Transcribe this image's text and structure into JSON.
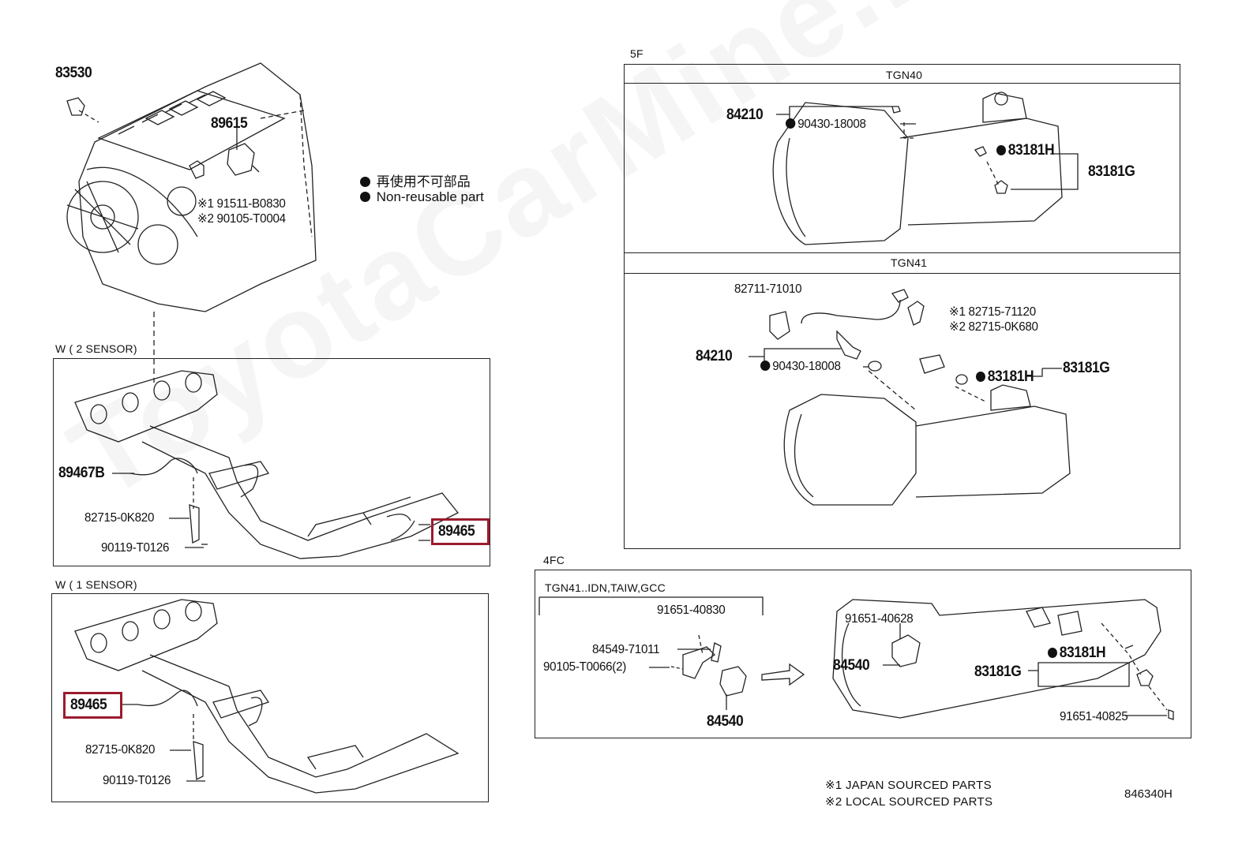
{
  "watermark": "ToyotaCarMine.ru",
  "legend": {
    "jp": "再使用不可部品",
    "en": "Non-reusable part"
  },
  "engine": {
    "p83530": "83530",
    "p89615": "89615",
    "p191511": "※1 91511-B0830",
    "p290105": "※2 90105-T0004"
  },
  "w2": {
    "title": "W ( 2 SENSOR)",
    "p89467B": "89467B",
    "p82715": "82715-0K820",
    "p90119": "90119-T0126",
    "p89465": "89465"
  },
  "w1": {
    "title": "W ( 1 SENSOR)",
    "p89465": "89465",
    "p82715": "82715-0K820",
    "p90119": "90119-T0126"
  },
  "fivef": {
    "title": "5F",
    "tgn40": {
      "title": "TGN40",
      "p84210": "84210",
      "p90430": "90430-18008",
      "p83181H": "83181H",
      "p83181G": "83181G"
    },
    "tgn41": {
      "title": "TGN41",
      "p82711": "82711-71010",
      "note1": "※1 82715-71120",
      "note2": "※2 82715-0K680",
      "p84210": "84210",
      "p90430": "90430-18008",
      "p83181H": "83181H",
      "p83181G": "83181G"
    }
  },
  "fourfc": {
    "title": "4FC",
    "sub": "TGN41..IDN,TAIW,GCC",
    "p91651a": "91651-40830",
    "p84549": "84549-71011",
    "p90105": "90105-T0066(2)",
    "p84540a": "84540",
    "p91651b": "91651-40628",
    "p84540b": "84540",
    "p83181G": "83181G",
    "p83181H": "83181H",
    "p91651c": "91651-40825"
  },
  "footnotes": {
    "f1": "※1 JAPAN SOURCED PARTS",
    "f2": "※2 LOCAL SOURCED PARTS"
  },
  "figure_id": "846340H"
}
